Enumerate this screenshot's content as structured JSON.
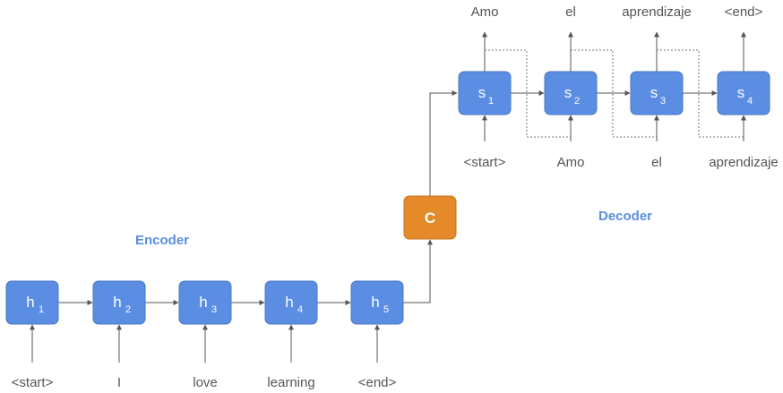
{
  "labels": {
    "encoder": "Encoder",
    "decoder": "Decoder",
    "context": "C"
  },
  "encoder": {
    "states": [
      {
        "name": "h",
        "sub": "1"
      },
      {
        "name": "h",
        "sub": "2"
      },
      {
        "name": "h",
        "sub": "3"
      },
      {
        "name": "h",
        "sub": "4"
      },
      {
        "name": "h",
        "sub": "5"
      }
    ],
    "inputs": [
      "<start>",
      "I",
      "love",
      "learning",
      "<end>"
    ]
  },
  "decoder": {
    "states": [
      {
        "name": "s",
        "sub": "1"
      },
      {
        "name": "s",
        "sub": "2"
      },
      {
        "name": "s",
        "sub": "3"
      },
      {
        "name": "s",
        "sub": "4"
      }
    ],
    "inputs": [
      "<start>",
      "Amo",
      "el",
      "aprendizaje"
    ],
    "outputs": [
      "Amo",
      "el",
      "aprendizaje",
      "<end>"
    ]
  },
  "colors": {
    "state_fill": "#5b8ee3",
    "context_fill": "#e48a2a",
    "section_label": "#5b8ee3",
    "text": "#555555"
  }
}
